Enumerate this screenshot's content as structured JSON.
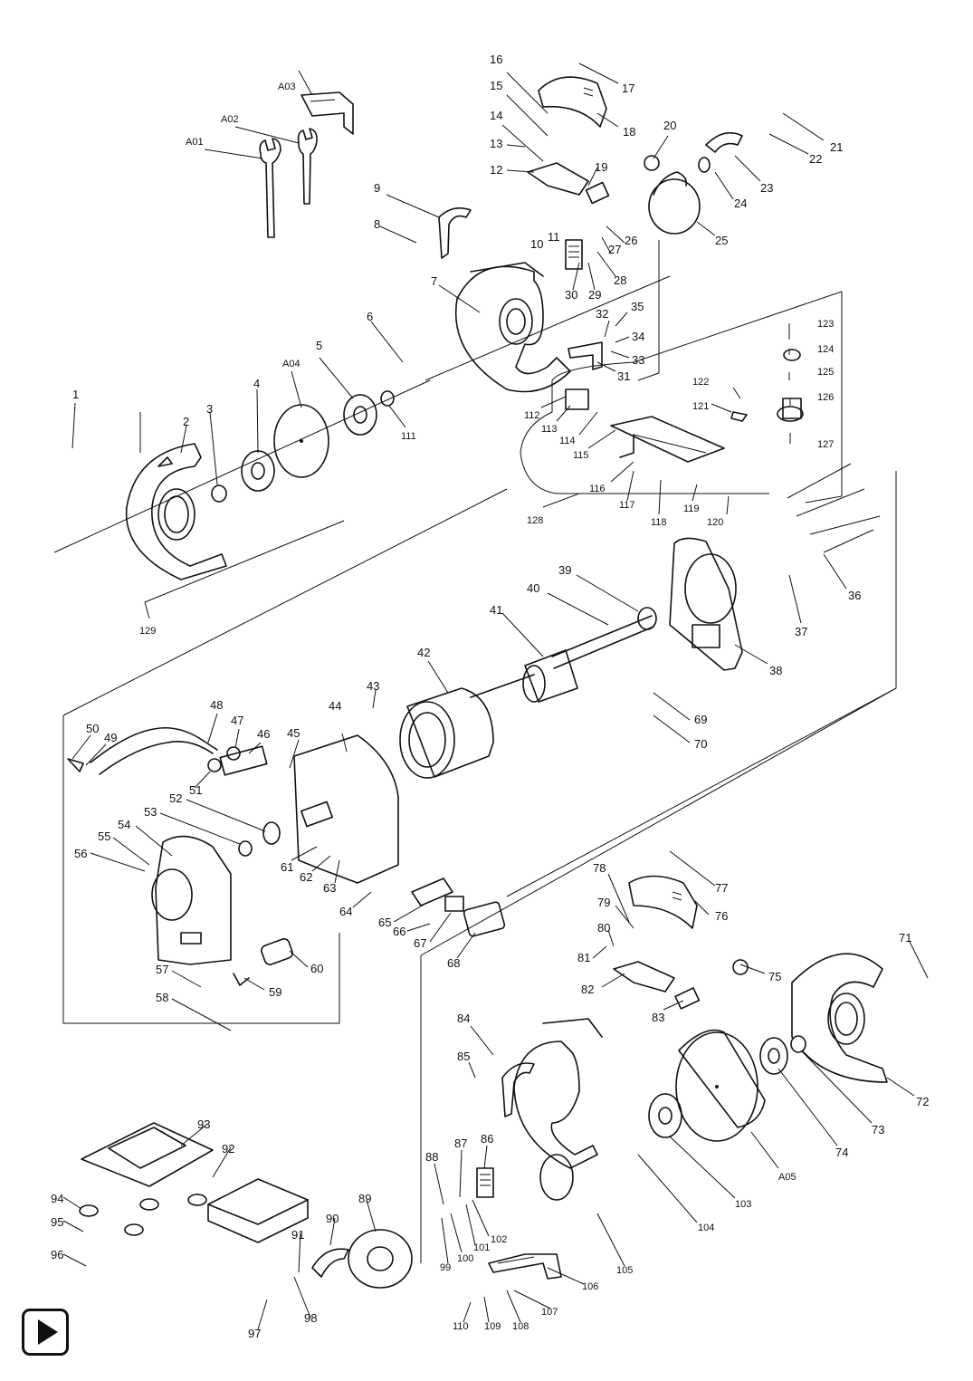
{
  "diagram": {
    "labels": [
      "1",
      "2",
      "3",
      "4",
      "5",
      "6",
      "7",
      "8",
      "9",
      "10",
      "11",
      "12",
      "13",
      "14",
      "15",
      "16",
      "17",
      "18",
      "19",
      "20",
      "21",
      "22",
      "23",
      "24",
      "25",
      "26",
      "27",
      "28",
      "29",
      "30",
      "31",
      "32",
      "33",
      "34",
      "35",
      "36",
      "37",
      "38",
      "39",
      "40",
      "41",
      "42",
      "43",
      "44",
      "45",
      "46",
      "47",
      "48",
      "49",
      "50",
      "51",
      "52",
      "53",
      "54",
      "55",
      "56",
      "57",
      "58",
      "59",
      "60",
      "61",
      "62",
      "63",
      "64",
      "65",
      "66",
      "67",
      "68",
      "69",
      "70",
      "71",
      "72",
      "73",
      "74",
      "75",
      "76",
      "77",
      "78",
      "79",
      "80",
      "81",
      "82",
      "83",
      "84",
      "85",
      "86",
      "87",
      "88",
      "89",
      "90",
      "91",
      "92",
      "93",
      "94",
      "95",
      "96",
      "97",
      "98",
      "99",
      "100",
      "101",
      "102",
      "103",
      "104",
      "105",
      "106",
      "107",
      "108",
      "109",
      "110",
      "111",
      "112",
      "113",
      "114",
      "115",
      "116",
      "117",
      "118",
      "119",
      "120",
      "121",
      "122",
      "123",
      "124",
      "125",
      "126",
      "127",
      "128",
      "129",
      "A01",
      "A02",
      "A03",
      "A04",
      "A05"
    ]
  },
  "controls": {
    "play_icon": "play-icon"
  }
}
